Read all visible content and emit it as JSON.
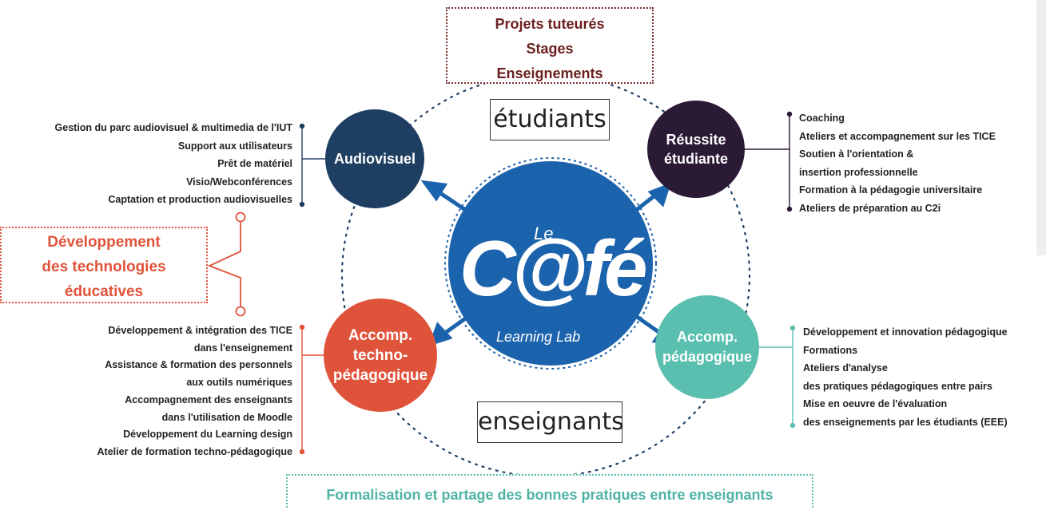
{
  "top_box": {
    "lines": [
      "Projets tuteurés",
      "Stages",
      "Enseignements"
    ]
  },
  "audiences": {
    "students": "étudiants",
    "teachers": "enseignants"
  },
  "center": {
    "le": "Le",
    "cafe": "C@fé",
    "subtitle": "Learning Lab"
  },
  "poles": {
    "audiovisuel": {
      "title": "Audiovisuel",
      "color": "#1f3f62",
      "items": [
        "Gestion du parc audiovisuel & multimedia de l'IUT",
        "Support aux utilisateurs",
        "Prêt de matériel",
        "Visio/Webconférences",
        "Captation et production audiovisuelles"
      ]
    },
    "reussite": {
      "title_lines": [
        "Réussite",
        "étudiante"
      ],
      "color": "#2b1a36",
      "items": [
        "Coaching",
        "Ateliers et accompagnement sur les TICE",
        "Soutien à l'orientation &",
        "insertion professionnelle",
        "Formation à la pédagogie universitaire",
        "Ateliers de préparation au C2i"
      ]
    },
    "techno": {
      "title_lines": [
        "Accomp.",
        "techno-",
        "pédagogique"
      ],
      "color": "#e0533b",
      "items": [
        "Développement & intégration des TICE",
        "dans l'enseignement",
        "Assistance & formation des personnels",
        "aux outils numériques",
        "Accompagnement des enseignants",
        "dans l'utilisation de Moodle",
        "Développement du Learning design",
        "Atelier de formation techno-pédagogique"
      ]
    },
    "pedagogique": {
      "title_lines": [
        "Accomp.",
        "pédagogique"
      ],
      "color": "#5bbfb0",
      "items": [
        "Développement et innovation pédagogique",
        "Formations",
        "Ateliers d'analyse",
        "des pratiques pédagogiques entre pairs",
        "Mise en oeuvre de l'évaluation",
        "des enseignements par les étudiants (EEE)"
      ]
    }
  },
  "dev_box": {
    "lines": [
      "Développement",
      "des technologies",
      "éducatives"
    ]
  },
  "bottom_box": {
    "text": "Formalisation et partage des bonnes pratiques entre enseignants"
  },
  "colors": {
    "center": "#1c63ad",
    "dark_red": "#6b1f1f",
    "orange": "#e0533b",
    "teal": "#5bbfb0"
  }
}
